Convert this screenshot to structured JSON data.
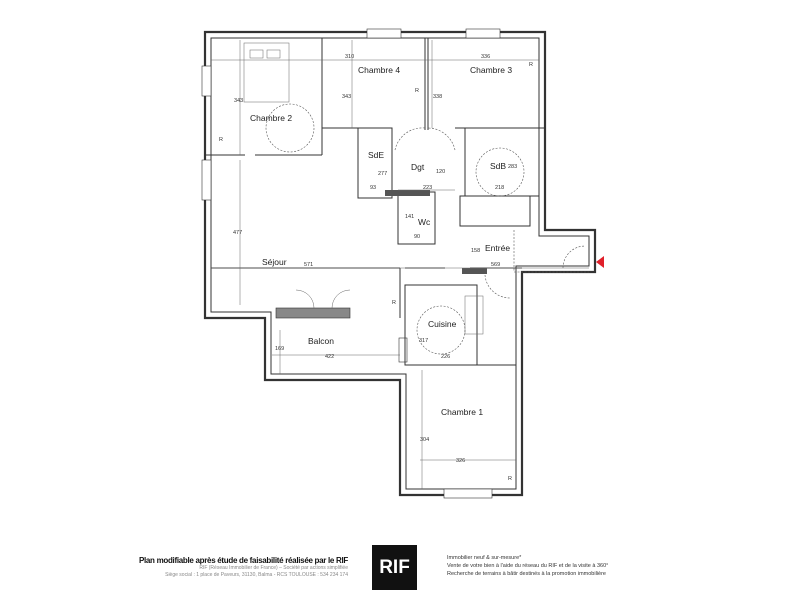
{
  "rooms": {
    "chambre4": "Chambre 4",
    "chambre3": "Chambre 3",
    "chambre2": "Chambre 2",
    "sde": "SdE",
    "dgt": "Dgt",
    "sdb": "SdB",
    "wc": "Wc",
    "entree": "Entrée",
    "sejour": "Séjour",
    "balcon": "Balcon",
    "cuisine": "Cuisine",
    "chambre1": "Chambre 1"
  },
  "dimensions": {
    "ch4_width": "310",
    "ch3_width": "336",
    "ch2_depth": "343",
    "ch4_depth": "343",
    "ch3_depth": "338",
    "sejour_depth": "477",
    "sejour_width": "571",
    "entree_width": "569",
    "dgt_width": "223",
    "sde_width": "93",
    "sde_depth": "277",
    "dgt_depth": "120",
    "sdb_depth": "283",
    "sdb_width": "218",
    "wc_width": "90",
    "wc_depth": "141",
    "entree_depth": "158",
    "balcon_depth": "169",
    "balcon_width": "422",
    "cuisine_depth": "317",
    "cuisine_width": "226",
    "ch1_depth": "304",
    "ch1_width": "326"
  },
  "markers": {
    "radiator": "R"
  },
  "entrance_color": "#e0202a",
  "footer": {
    "title": "Plan modifiable après étude de faisabilité réalisée par le RIF",
    "sub1": "RIF (Réseau Immobilier de France) – Société par actions simplifiée",
    "sub2": "Siège social : 1 place de Paveurs, 31130, Balma - RCS TOULOUSE : 534 234 174",
    "logo": "RIF",
    "line1": "Immobilier neuf & sur-mesure*",
    "line2": "Vente de votre bien à l'aide du réseau du RIF et de la visite à 360°",
    "line3": "Recherche de terrains à bâtir destinés à la promotion immobilière"
  }
}
